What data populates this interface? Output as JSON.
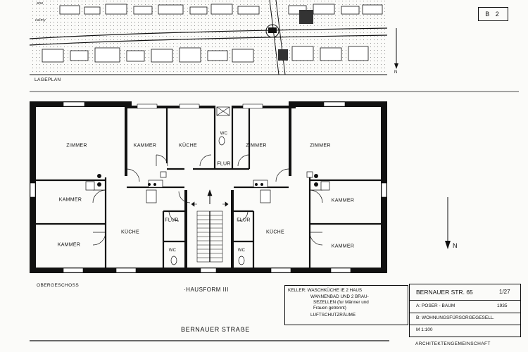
{
  "sheet": {
    "number": "B 2"
  },
  "site_plan": {
    "label": "LAGEPLAN",
    "north": "N",
    "street_names": [
      "ane",
      "calmy"
    ]
  },
  "floor_plan": {
    "level_label": "OBERGESCHOSS",
    "title": "HAUSFORM III",
    "north": "N",
    "rooms": {
      "zimmer_left": "ZIMMER",
      "kammer_top_left": "KAMMER",
      "kueche_top_left": "KÜCHE",
      "wc_top": "WC",
      "flur_top": "FLUR",
      "zimmer_center": "ZIMMER",
      "zimmer_right": "ZIMMER",
      "kammer_left_mid": "KAMMER",
      "kammer_left_low": "KAMMER",
      "kueche_left": "KÜCHE",
      "flur_left": "FLUR",
      "wc_left": "WC",
      "flur_right": "FLUR",
      "wc_right": "WC",
      "kueche_right": "KÜCHE",
      "kammer_right_mid": "KAMMER",
      "kammer_right_low": "KAMMER"
    }
  },
  "legend": {
    "lines": [
      "KELLER: WASCHKÜCHE IE 2 HAUS",
      "WANNENBAD UND 2 BRAU-",
      "SEZELLEN (fur Männer und",
      "Frauen getrennt)",
      "LUFTSCHUTZRÄUME"
    ]
  },
  "title_block": {
    "address": "BERNAUER STR. 65",
    "sheet_ref": "1/27",
    "architect": "A: POSER - BAUM",
    "year": "1935",
    "builder": "B: WOHNUNGSFÜRSORGEGESELL.",
    "scale": "M 1:100",
    "office": "ARCHITEKTENGEMEINSCHAFT"
  },
  "street": "BERNAUER STRAẞE"
}
